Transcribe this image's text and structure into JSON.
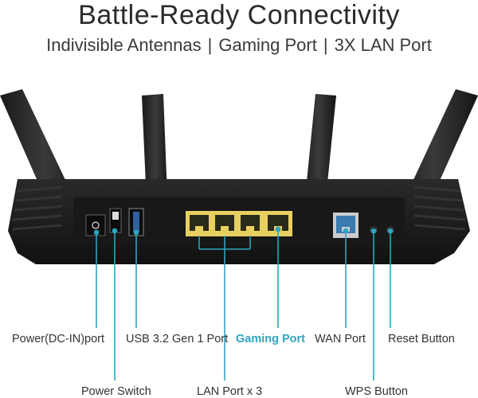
{
  "header": {
    "title": "Battle-Ready Connectivity",
    "features": [
      "Indivisible Antennas",
      "Gaming Port",
      "3X LAN Port"
    ],
    "separator": "|"
  },
  "ports": {
    "power_in": "Power(DC-IN)port",
    "power_switch": "Power Switch",
    "usb": "USB 3.2 Gen 1 Port",
    "lan": "LAN Port x 3",
    "gaming": "Gaming Port",
    "wan": "WAN Port",
    "wps": "WPS Button",
    "reset": "Reset Button"
  },
  "colors": {
    "accent": "#2aa6c0",
    "lan_yellow": "#e8d060",
    "wan_blue": "#3a7ab0",
    "body": "#1c1c1c"
  }
}
